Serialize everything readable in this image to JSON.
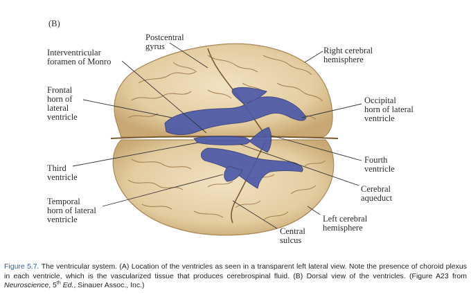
{
  "figure": {
    "panel_letter": "(B)",
    "labels": {
      "postcentral_gyrus": "Postcentral\ngyrus",
      "interventricular_foramen": "Interventricular\nforamen of Monro",
      "right_cerebral_hemisphere": "Right cerebral\nhemisphere",
      "frontal_horn": "Frontal\nhorn of\nlateral\nventricle",
      "occipital_horn": "Occipital\nhorn of lateral\nventricle",
      "third_ventricle": "Third\nventricle",
      "fourth_ventricle": "Fourth\nventricle",
      "cerebral_aqueduct": "Cerebral\naqueduct",
      "temporal_horn": "Temporal\nhorn of lateral\nventricle",
      "left_cerebral_hemisphere": "Left cerebral\nhemisphere",
      "central_sulcus": "Central\nsulcus"
    },
    "colors": {
      "brain_fill": "#e8d5ad",
      "brain_shade": "#caa977",
      "sulcus": "#8c6a40",
      "ventricle": "#4c59a8",
      "leader_line": "#333333"
    }
  },
  "caption": {
    "fig_number": "Figure 5.7.",
    "part1": " The ventricular system. (A) Location of the ventricles as seen in a transparent left lateral view. Note the presence of choroid plexus in each ventricle, which is the vascularized tissue that produces cerebrospinal fluid. (B) Dorsal view of the ventricles. (Figure A23 from ",
    "book_title": "Neuroscience",
    "edition_num": ", 5",
    "edition_sup": "th",
    "edition_abbr": " Ed.",
    "part2": ", Sinauer Assoc., Inc.)"
  }
}
